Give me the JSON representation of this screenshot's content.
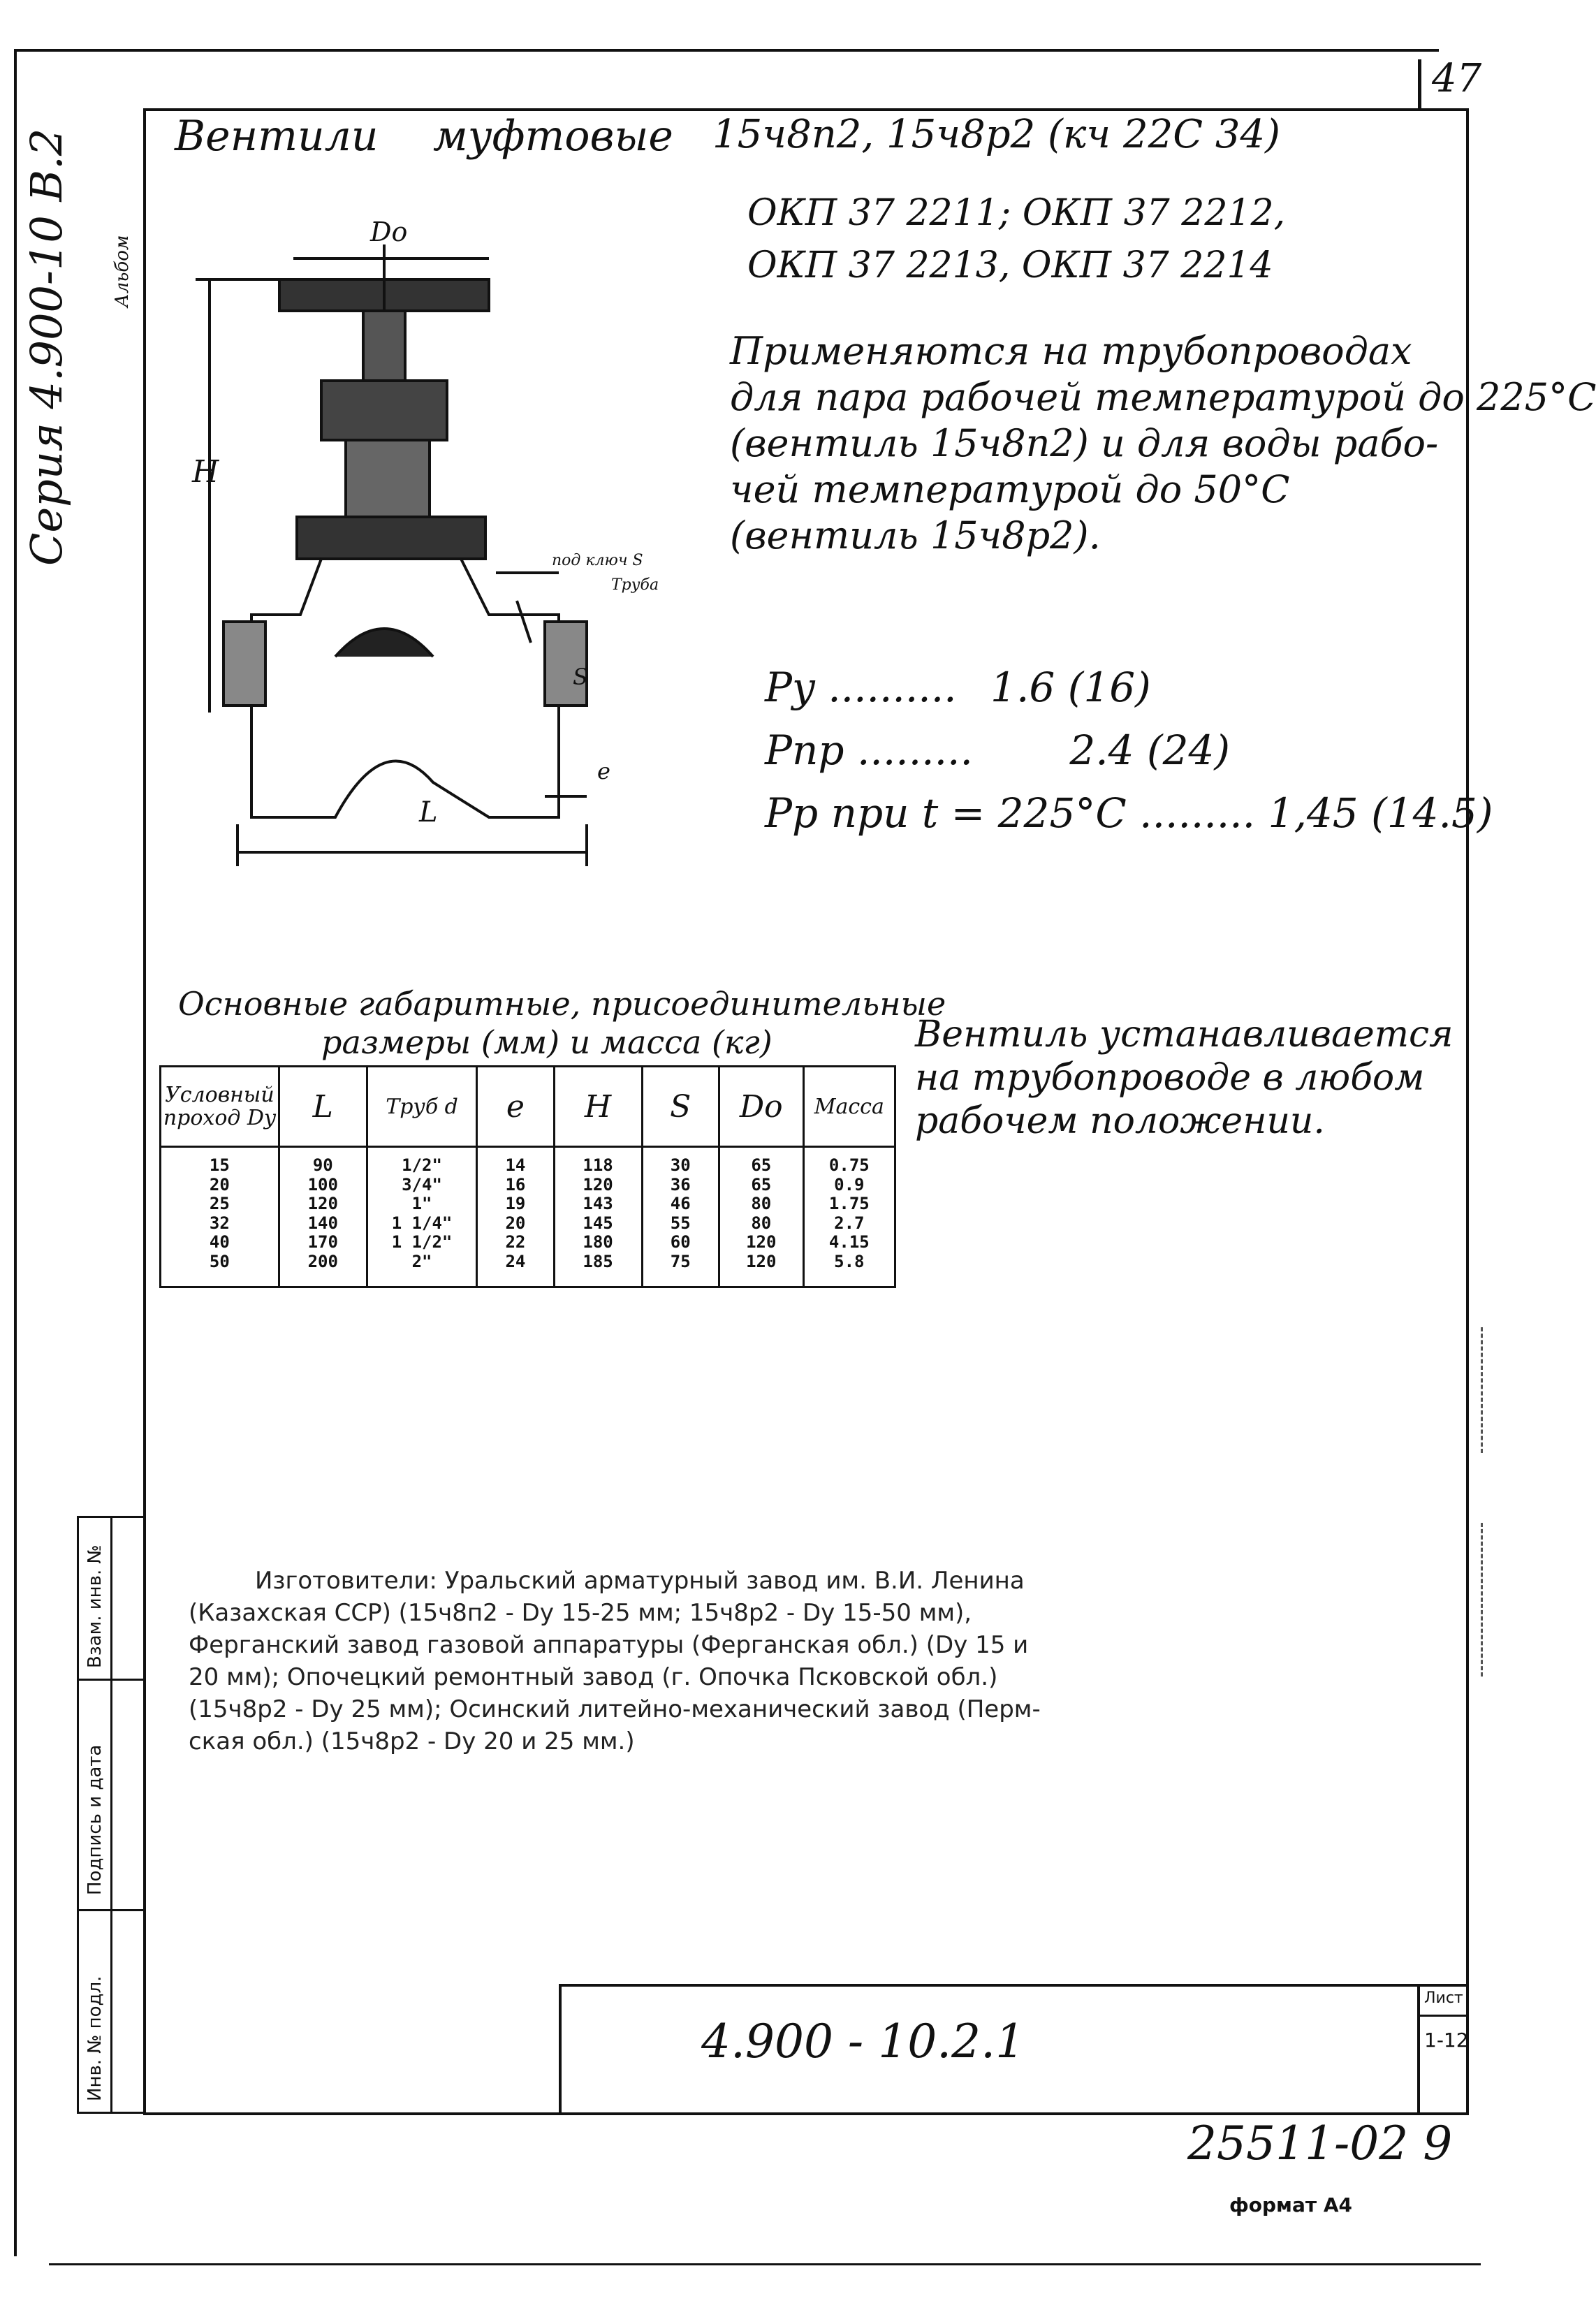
{
  "sheet_number": "47",
  "side": {
    "series": "Серия 4.900-10 В.2",
    "album": "Альбом"
  },
  "header": {
    "title_words": [
      "Вентили",
      "муфтовые"
    ],
    "models": "15ч8п2, 15ч8р2 (кч 22С 34)",
    "okp_line1": "ОКП 37 2211; ОКП 37 2212,",
    "okp_line2": "ОКП 37 2213, ОКП 37 2214"
  },
  "application_lines": [
    "Применяются на трубопроводах",
    "для пара рабочей температурой до 225°С",
    "(вентиль 15ч8п2) и для воды рабо-",
    "чей температурой до 50°С",
    "(вентиль 15ч8р2)."
  ],
  "drawing": {
    "dim_Do": "Dо",
    "dim_H": "H",
    "dim_L": "L",
    "dim_e": "e",
    "dim_S": "S",
    "note_key": "под ключ S",
    "note_pipe": "Труба"
  },
  "pressures": [
    {
      "label": "Py",
      "dots": "..........",
      "value": "1.6 (16)"
    },
    {
      "label": "Pпр",
      "dots": ".........",
      "value": "2.4 (24)"
    },
    {
      "label": "Pp при t = 225°С",
      "dots": ".........",
      "value": "1,45 (14.5)"
    }
  ],
  "table_caption_line1": "Основные габаритные, присоединительные",
  "table_caption_line2": "размеры (мм) и масса (кг)",
  "table": {
    "headers": [
      "Условный проход Dy",
      "L",
      "Труб d",
      "e",
      "H",
      "S",
      "Do",
      "Масса"
    ],
    "columns": [
      [
        "15",
        "20",
        "25",
        "32",
        "40",
        "50"
      ],
      [
        "90",
        "100",
        "120",
        "140",
        "170",
        "200"
      ],
      [
        "1/2\"",
        "3/4\"",
        "1\"",
        "1 1/4\"",
        "1 1/2\"",
        "2\""
      ],
      [
        "14",
        "16",
        "19",
        "20",
        "22",
        "24"
      ],
      [
        "118",
        "120",
        "143",
        "145",
        "180",
        "185"
      ],
      [
        "30",
        "36",
        "46",
        "55",
        "60",
        "75"
      ],
      [
        "65",
        "65",
        "80",
        "80",
        "120",
        "120"
      ],
      [
        "0.75",
        "0.9",
        "1.75",
        "2.7",
        "4.15",
        "5.8"
      ]
    ]
  },
  "install_note_lines": [
    "Вентиль устанавливается",
    "на трубопроводе в любом",
    "рабочем положении."
  ],
  "manufacturers_lines": [
    "Изготовители: Уральский арматурный завод им. В.И. Ленина",
    "(Казахская ССР) (15ч8п2 - Dу 15-25 мм; 15ч8р2 - Dу 15-50 мм),",
    "Ферганский завод газовой аппаратуры (Ферганская обл.) (Dу 15 и",
    "20 мм); Опочецкий ремонтный завод (г. Опочка Псковской обл.)",
    "(15ч8р2 - Dу 25 мм); Осинский литейно-механический завод (Перм-",
    "ская обл.) (15ч8р2 - Dу 20 и 25 мм.)"
  ],
  "stamp": {
    "inv_podl": "Инв. № подл.",
    "podpis_data": "Подпись и дата",
    "vzam_inv": "Взам. инв. №"
  },
  "titleblock": {
    "code": "4.900 - 10.2.1",
    "sheet_label": "Лист",
    "sheet_value": "1-12"
  },
  "handwritten_number": "25511-02 9",
  "format_label": "формат А4"
}
